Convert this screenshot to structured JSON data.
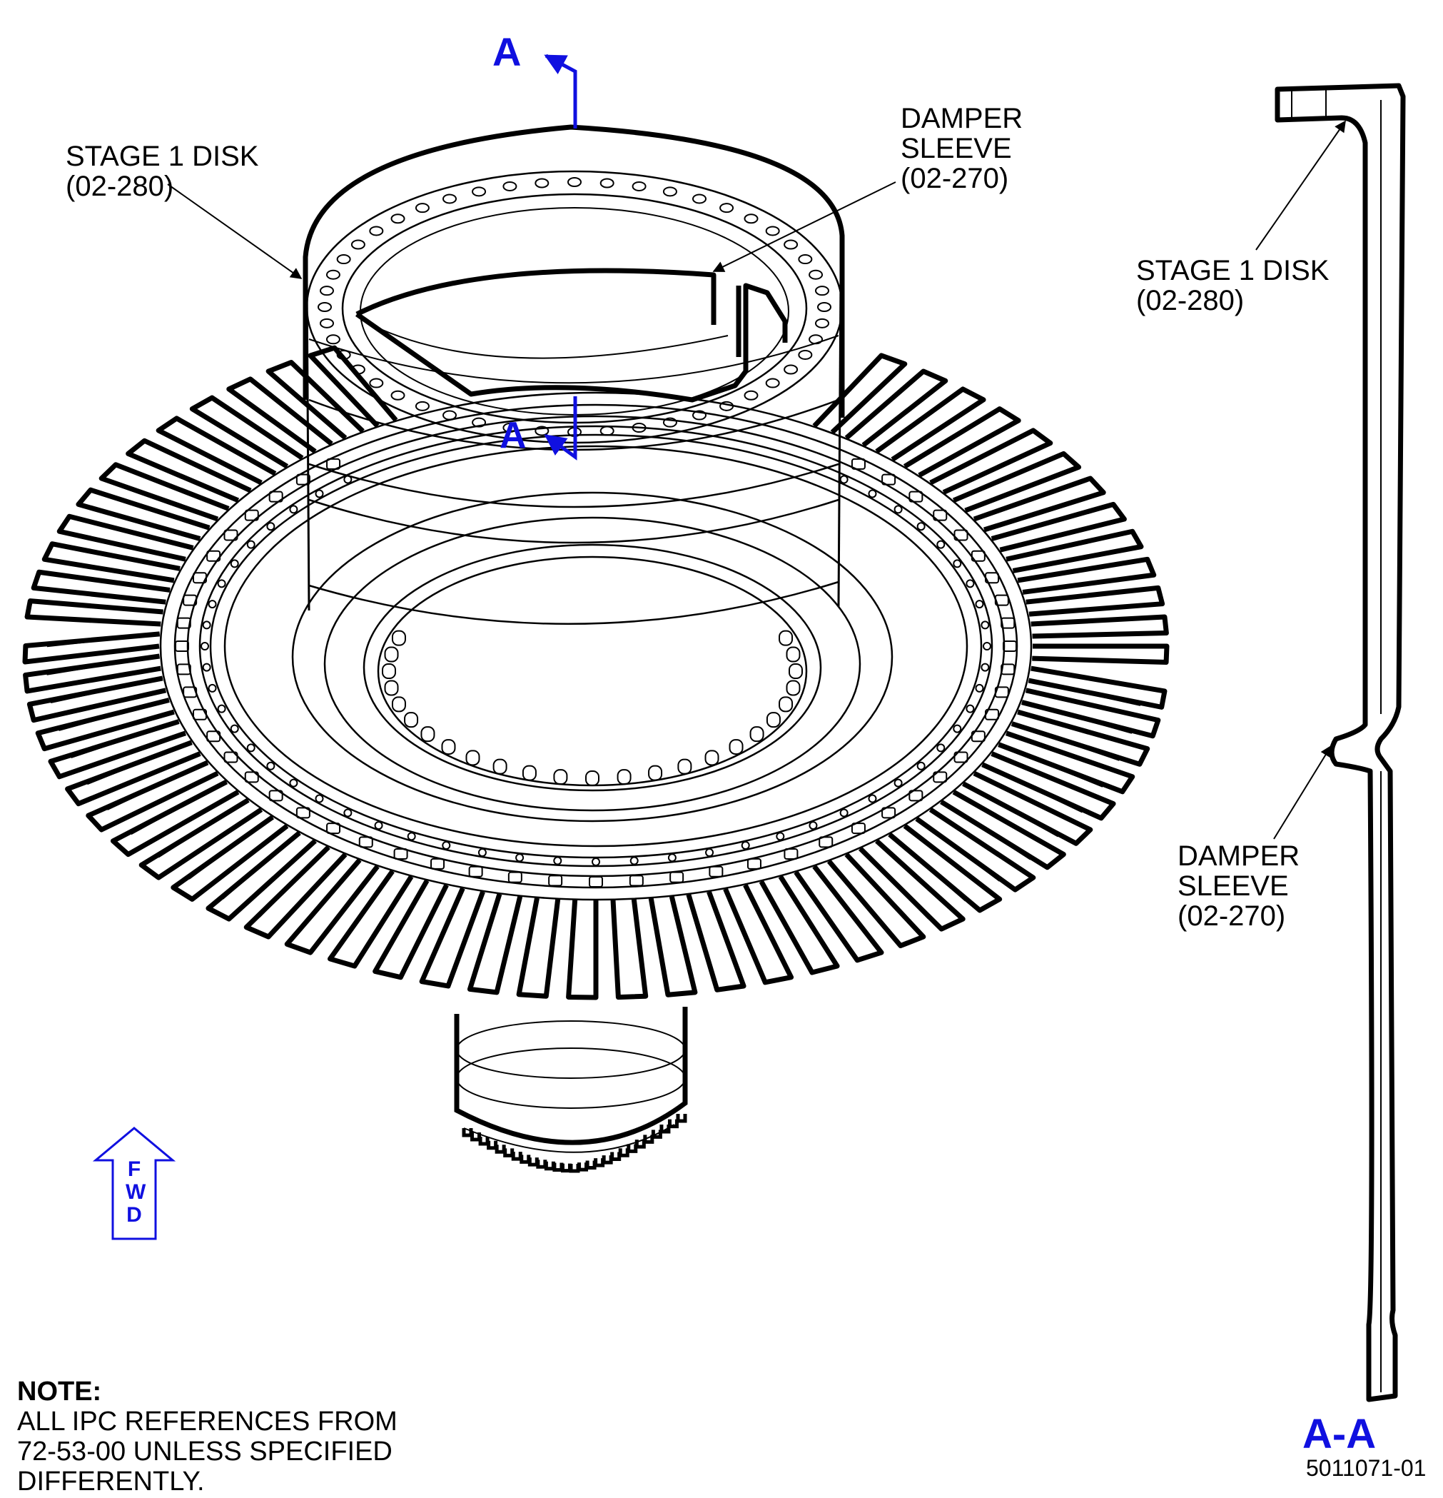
{
  "labels": {
    "stage1_disk_name": "STAGE 1 DISK",
    "stage1_disk_ref": "(02-280)",
    "damper_name_1": "DAMPER",
    "damper_name_2": "SLEEVE",
    "damper_ref": "(02-270)"
  },
  "section": {
    "marker": "A",
    "view_title": "A-A"
  },
  "direction": {
    "letters": [
      "F",
      "W",
      "D"
    ]
  },
  "note": {
    "heading": "NOTE:",
    "line1": "ALL IPC REFERENCES FROM",
    "line2": "72-53-00 UNLESS SPECIFIED",
    "line3": "DIFFERENTLY."
  },
  "drawing_number": "5011071-01",
  "colors": {
    "line": "#000000",
    "section_marker": "#1010e0"
  }
}
